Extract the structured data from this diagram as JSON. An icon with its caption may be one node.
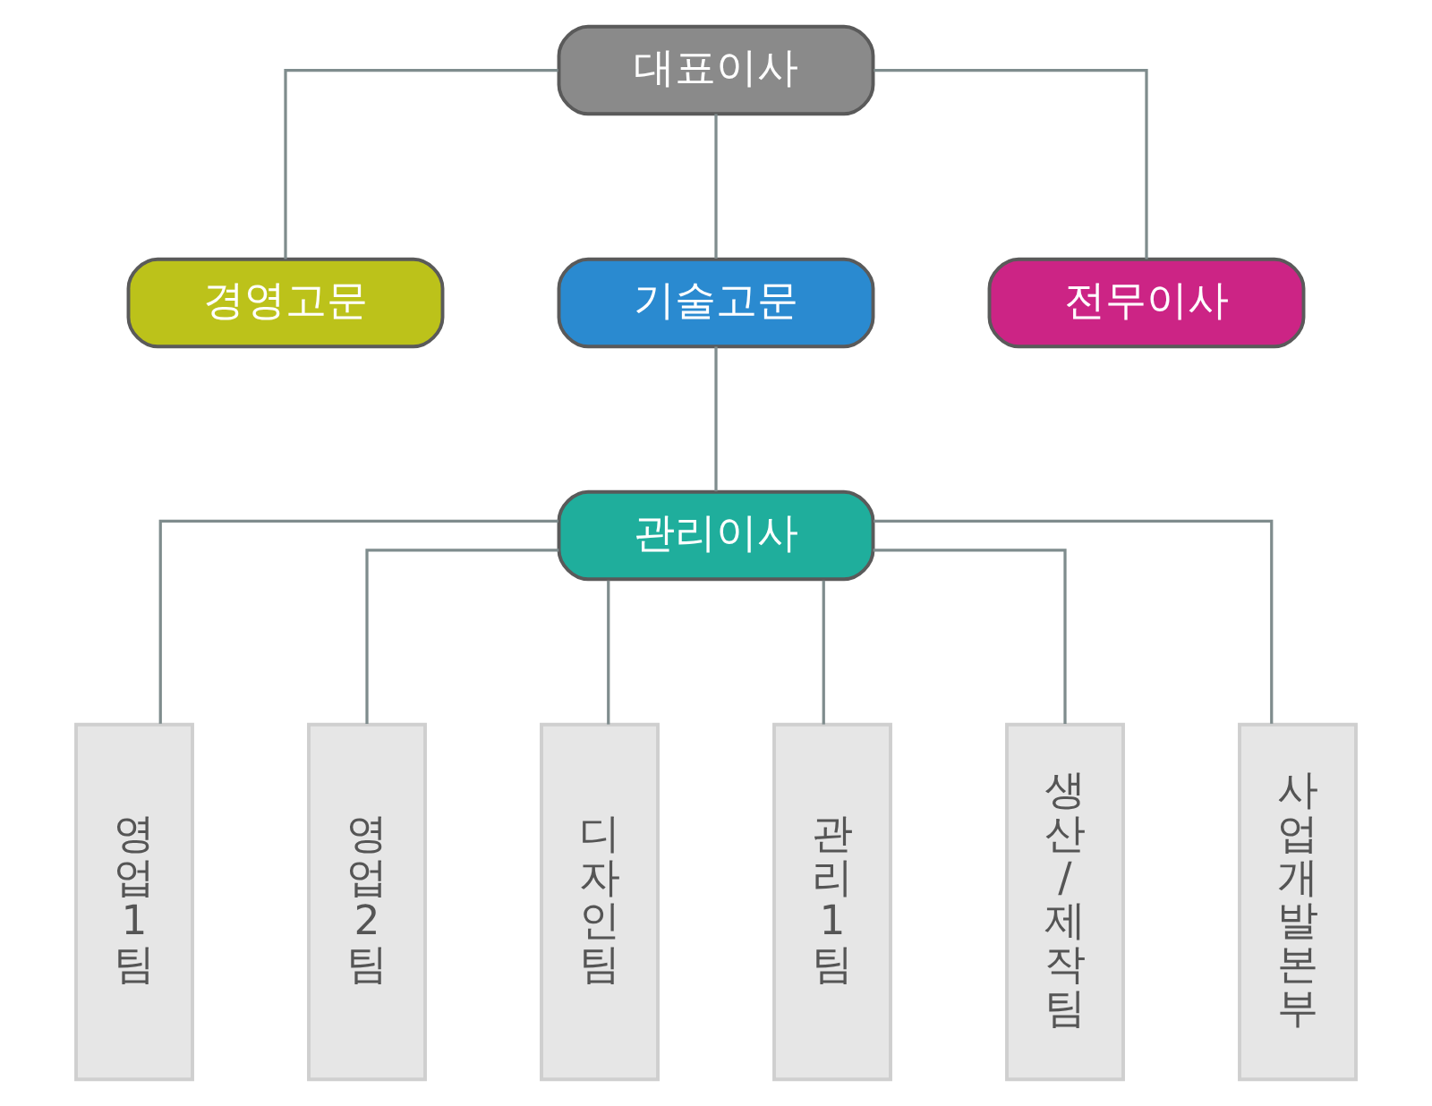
{
  "diagram": {
    "nodes": [
      {
        "text": [
          "대표이사"
        ]
      },
      {
        "text": [
          "경영고문"
        ]
      },
      {
        "text": [
          "기술고문"
        ]
      },
      {
        "text": [
          "전무이사"
        ]
      },
      {
        "text": [
          "관리이사"
        ]
      },
      {
        "text": [
          "영업1팀"
        ]
      },
      {
        "text": [
          "영업2팀"
        ]
      },
      {
        "text": [
          "디자인팀"
        ]
      },
      {
        "text": [
          "관리1팀"
        ]
      },
      {
        "text": [
          "생산/제작팀"
        ]
      },
      {
        "text": [
          "사업개발본부"
        ]
      }
    ],
    "edges": [
      {
        "from": 0,
        "to": 1,
        "arrow": "none"
      },
      {
        "from": 0,
        "to": 2,
        "arrow": "none"
      },
      {
        "from": 0,
        "to": 3,
        "arrow": "none"
      },
      {
        "from": 2,
        "to": 4,
        "arrow": "none"
      },
      {
        "from": 4,
        "to": 5,
        "arrow": "none"
      },
      {
        "from": 4,
        "to": 6,
        "arrow": "none"
      },
      {
        "from": 4,
        "to": 7,
        "arrow": "none"
      },
      {
        "from": 4,
        "to": 8,
        "arrow": "none"
      },
      {
        "from": 4,
        "to": 9,
        "arrow": "none"
      },
      {
        "from": 4,
        "to": 10,
        "arrow": "none"
      }
    ]
  }
}
